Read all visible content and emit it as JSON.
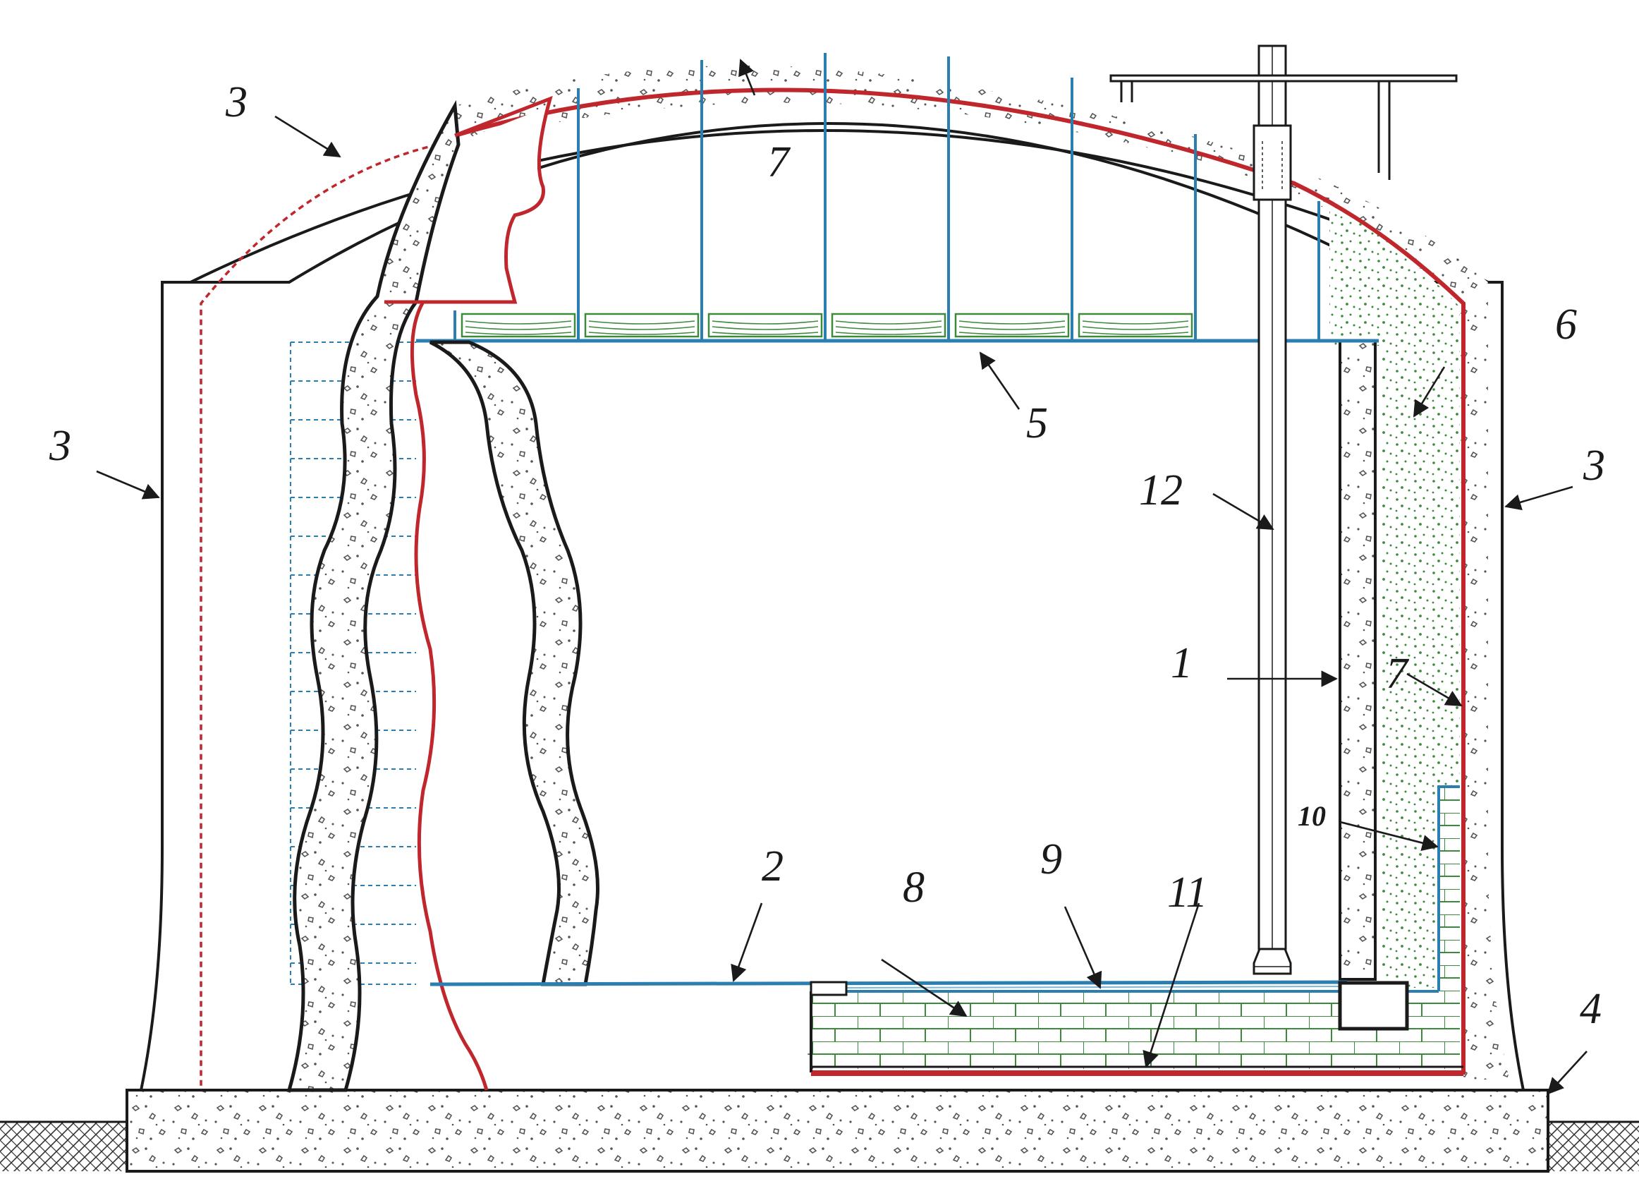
{
  "colors": {
    "outline": "#1a1a1a",
    "membrane": "#c0272d",
    "steel": "#2a7fb0",
    "insulation": "#3d8a3d",
    "concrete_fill": "#ffffff"
  },
  "labels": {
    "n1": "1",
    "n2": "2",
    "n3": "3",
    "n4": "4",
    "n5": "5",
    "n6": "6",
    "n7": "7",
    "n8": "8",
    "n9": "9",
    "n10": "10",
    "n11": "11",
    "n12": "12"
  }
}
